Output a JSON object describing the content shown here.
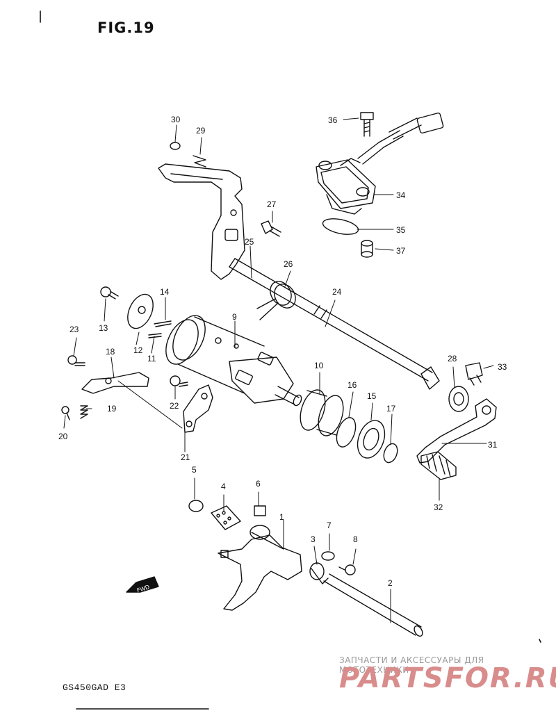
{
  "figure": {
    "title": "FIG.19",
    "model_code": "GS450GAD E3"
  },
  "direction_marker": {
    "label": "FWD"
  },
  "watermark": {
    "tagline": "ЗАПЧАСТИ И АКСЕССУАРЫ ДЛЯ МОТОТЕХНИКИ",
    "logo": "PARTSFOR.RU"
  },
  "callouts": [
    "1",
    "2",
    "3",
    "4",
    "5",
    "6",
    "7",
    "8",
    "9",
    "10",
    "11",
    "12",
    "13",
    "14",
    "15",
    "16",
    "17",
    "18",
    "19",
    "20",
    "21",
    "22",
    "23",
    "24",
    "25",
    "26",
    "27",
    "28",
    "29",
    "30",
    "31",
    "32",
    "33",
    "34",
    "35",
    "36",
    "37"
  ]
}
